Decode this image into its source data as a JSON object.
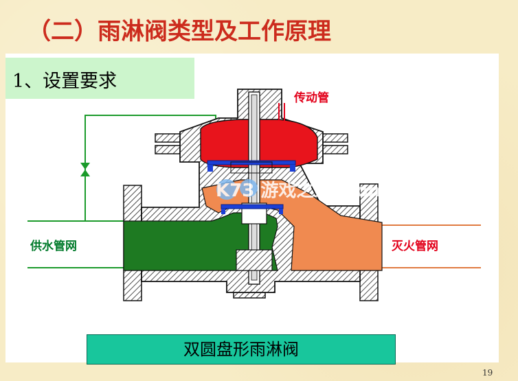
{
  "title": "（二）雨淋阀类型及工作原理",
  "section": "1、设置要求",
  "labels": {
    "actuator_pipe": "传动管",
    "supply_network": "供水管网",
    "fire_network": "灭火管网"
  },
  "caption": "双圆盘形雨淋阀",
  "watermark": "K73 游戏之家 .com",
  "page_number": "19",
  "colors": {
    "title": "#cc2b1d",
    "section_box": "#ccf5cc",
    "caption_box": "#18c69c",
    "pressure_chamber": "#e8141c",
    "supply_water": "#1e7a22",
    "fire_water": "#f08a50",
    "disc": "#1c3fd6",
    "pipe_line": "#1a9a2a"
  }
}
